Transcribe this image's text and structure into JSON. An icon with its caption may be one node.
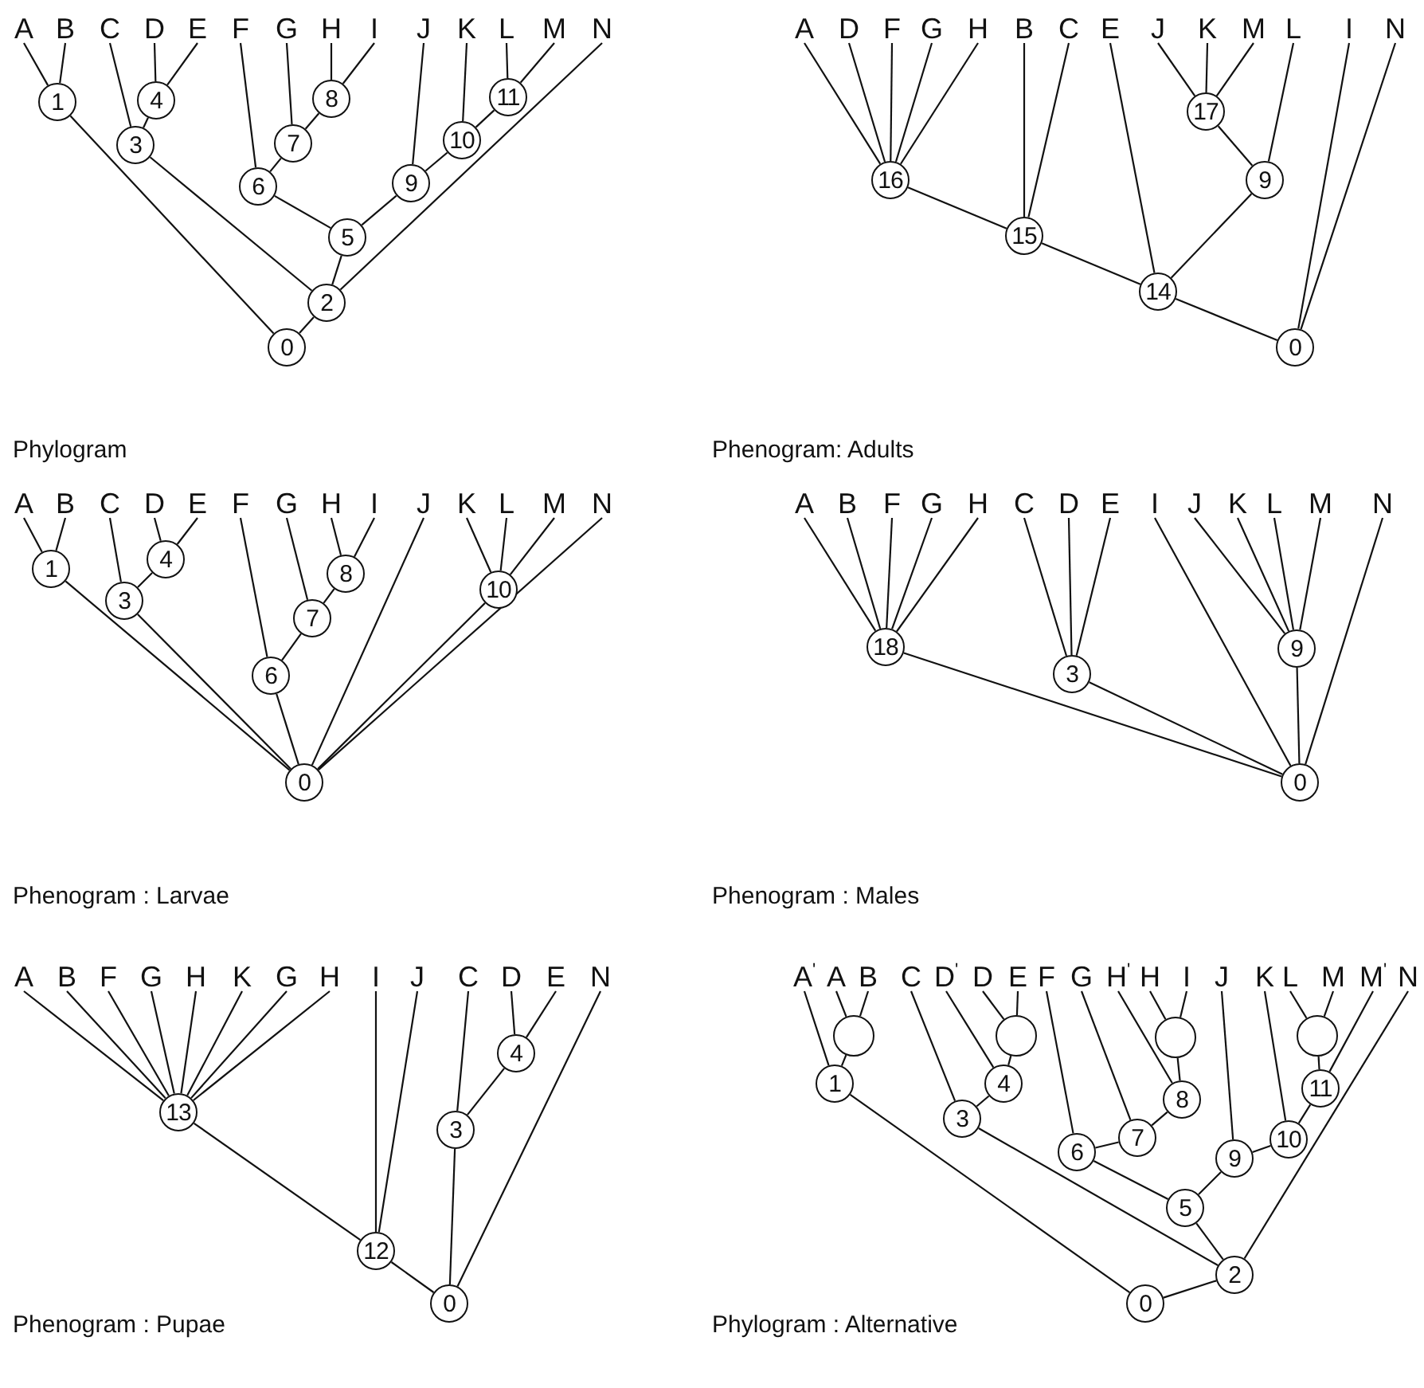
{
  "diagram": {
    "nodes": [
      {
        "text": [
          "A"
        ]
      },
      {
        "text": [
          "B"
        ]
      },
      {
        "text": [
          "C"
        ]
      },
      {
        "text": [
          "D"
        ]
      },
      {
        "text": [
          "E"
        ]
      },
      {
        "text": [
          "F"
        ]
      },
      {
        "text": [
          "G"
        ]
      },
      {
        "text": [
          "H"
        ]
      },
      {
        "text": [
          "I"
        ]
      },
      {
        "text": [
          "J"
        ]
      },
      {
        "text": [
          "K"
        ]
      },
      {
        "text": [
          "L"
        ]
      },
      {
        "text": [
          "M"
        ]
      },
      {
        "text": [
          "N"
        ]
      },
      {
        "text": [
          "1"
        ]
      },
      {
        "text": [
          "4"
        ]
      },
      {
        "text": [
          "8"
        ]
      },
      {
        "text": [
          "11"
        ]
      },
      {
        "text": [
          "3"
        ]
      },
      {
        "text": [
          "7"
        ]
      },
      {
        "text": [
          "10"
        ]
      },
      {
        "text": [
          "6"
        ]
      },
      {
        "text": [
          "9"
        ]
      },
      {
        "text": [
          "5"
        ]
      },
      {
        "text": [
          "2"
        ]
      },
      {
        "text": [
          "0"
        ]
      },
      {
        "text": [
          "A"
        ]
      },
      {
        "text": [
          "D"
        ]
      },
      {
        "text": [
          "F"
        ]
      },
      {
        "text": [
          "G"
        ]
      },
      {
        "text": [
          "H"
        ]
      },
      {
        "text": [
          "B"
        ]
      },
      {
        "text": [
          "C"
        ]
      },
      {
        "text": [
          "E"
        ]
      },
      {
        "text": [
          "J"
        ]
      },
      {
        "text": [
          "K"
        ]
      },
      {
        "text": [
          "M"
        ]
      },
      {
        "text": [
          "L"
        ]
      },
      {
        "text": [
          "I"
        ]
      },
      {
        "text": [
          "N"
        ]
      },
      {
        "text": [
          "17"
        ]
      },
      {
        "text": [
          "16"
        ]
      },
      {
        "text": [
          "9"
        ]
      },
      {
        "text": [
          "15"
        ]
      },
      {
        "text": [
          "14"
        ]
      },
      {
        "text": [
          "0"
        ]
      },
      {
        "text": [
          "A"
        ]
      },
      {
        "text": [
          "B"
        ]
      },
      {
        "text": [
          "C"
        ]
      },
      {
        "text": [
          "D"
        ]
      },
      {
        "text": [
          "E"
        ]
      },
      {
        "text": [
          "F"
        ]
      },
      {
        "text": [
          "G"
        ]
      },
      {
        "text": [
          "H"
        ]
      },
      {
        "text": [
          "I"
        ]
      },
      {
        "text": [
          "J"
        ]
      },
      {
        "text": [
          "K"
        ]
      },
      {
        "text": [
          "L"
        ]
      },
      {
        "text": [
          "M"
        ]
      },
      {
        "text": [
          "N"
        ]
      },
      {
        "text": [
          "4"
        ]
      },
      {
        "text": [
          "1"
        ]
      },
      {
        "text": [
          "8"
        ]
      },
      {
        "text": [
          "10"
        ]
      },
      {
        "text": [
          "3"
        ]
      },
      {
        "text": [
          "7"
        ]
      },
      {
        "text": [
          "6"
        ]
      },
      {
        "text": [
          "0"
        ]
      },
      {
        "text": [
          "A"
        ]
      },
      {
        "text": [
          "B"
        ]
      },
      {
        "text": [
          "F"
        ]
      },
      {
        "text": [
          "G"
        ]
      },
      {
        "text": [
          "H"
        ]
      },
      {
        "text": [
          "C"
        ]
      },
      {
        "text": [
          "D"
        ]
      },
      {
        "text": [
          "E"
        ]
      },
      {
        "text": [
          "I"
        ]
      },
      {
        "text": [
          "J"
        ]
      },
      {
        "text": [
          "K"
        ]
      },
      {
        "text": [
          "L"
        ]
      },
      {
        "text": [
          "M"
        ]
      },
      {
        "text": [
          "N"
        ]
      },
      {
        "text": [
          "18"
        ]
      },
      {
        "text": [
          "9"
        ]
      },
      {
        "text": [
          "3"
        ]
      },
      {
        "text": [
          "0"
        ]
      },
      {
        "text": [
          "A"
        ]
      },
      {
        "text": [
          "B"
        ]
      },
      {
        "text": [
          "F"
        ]
      },
      {
        "text": [
          "G"
        ]
      },
      {
        "text": [
          "H"
        ]
      },
      {
        "text": [
          "K"
        ]
      },
      {
        "text": [
          "G"
        ]
      },
      {
        "text": [
          "H"
        ]
      },
      {
        "text": [
          "I"
        ]
      },
      {
        "text": [
          "J"
        ]
      },
      {
        "text": [
          "C"
        ]
      },
      {
        "text": [
          "D"
        ]
      },
      {
        "text": [
          "E"
        ]
      },
      {
        "text": [
          "N"
        ]
      },
      {
        "text": [
          "4"
        ]
      },
      {
        "text": [
          "13"
        ]
      },
      {
        "text": [
          "3"
        ]
      },
      {
        "text": [
          "12"
        ]
      },
      {
        "text": [
          "0"
        ]
      },
      {
        "text": [
          "A$^{'}$"
        ]
      },
      {
        "text": [
          "A"
        ]
      },
      {
        "text": [
          "B"
        ]
      },
      {
        "text": [
          "C"
        ]
      },
      {
        "text": [
          "D$^{'}$"
        ]
      },
      {
        "text": [
          "D"
        ]
      },
      {
        "text": [
          "E"
        ]
      },
      {
        "text": [
          "F"
        ]
      },
      {
        "text": [
          "G"
        ]
      },
      {
        "text": [
          "H$^{'}$"
        ]
      },
      {
        "text": [
          "H"
        ]
      },
      {
        "text": [
          "I"
        ]
      },
      {
        "text": [
          "J"
        ]
      },
      {
        "text": [
          "K"
        ]
      },
      {
        "text": [
          "L"
        ]
      },
      {
        "text": [
          "M"
        ]
      },
      {
        "text": [
          "M$^{'}$"
        ]
      },
      {
        "text": [
          "N"
        ]
      },
      {
        "text": [],
        "shape": "circle"
      },
      {
        "text": [],
        "shape": "circle"
      },
      {
        "text": [],
        "shape": "circle"
      },
      {
        "text": [],
        "shape": "circle"
      },
      {
        "text": [
          "1"
        ]
      },
      {
        "text": [
          "4"
        ]
      },
      {
        "text": [
          "11"
        ]
      },
      {
        "text": [
          "8"
        ]
      },
      {
        "text": [
          "3"
        ]
      },
      {
        "text": [
          "7"
        ]
      },
      {
        "text": [
          "10"
        ]
      },
      {
        "text": [
          "6"
        ]
      },
      {
        "text": [
          "9"
        ]
      },
      {
        "text": [
          "5"
        ]
      },
      {
        "text": [
          "2"
        ]
      },
      {
        "text": [
          "0"
        ]
      }
    ],
    "edges": [
      {
        "from": 0,
        "to": 14,
        "arrow": "none"
      },
      {
        "from": 1,
        "to": 14,
        "arrow": "none"
      },
      {
        "from": 2,
        "to": 18,
        "arrow": "none"
      },
      {
        "from": 3,
        "to": 15,
        "arrow": "none"
      },
      {
        "from": 4,
        "to": 15,
        "arrow": "none"
      },
      {
        "from": 15,
        "to": 18,
        "arrow": "none"
      },
      {
        "from": 5,
        "to": 21,
        "arrow": "none"
      },
      {
        "from": 6,
        "to": 19,
        "arrow": "none"
      },
      {
        "from": 7,
        "to": 16,
        "arrow": "none"
      },
      {
        "from": 8,
        "to": 16,
        "arrow": "none"
      },
      {
        "from": 16,
        "to": 19,
        "arrow": "none"
      },
      {
        "from": 19,
        "to": 21,
        "arrow": "none"
      },
      {
        "from": 21,
        "to": 23,
        "arrow": "none"
      },
      {
        "from": 9,
        "to": 22,
        "arrow": "none"
      },
      {
        "from": 10,
        "to": 20,
        "arrow": "none"
      },
      {
        "from": 11,
        "to": 17,
        "arrow": "none"
      },
      {
        "from": 12,
        "to": 17,
        "arrow": "none"
      },
      {
        "from": 17,
        "to": 20,
        "arrow": "none"
      },
      {
        "from": 20,
        "to": 22,
        "arrow": "none"
      },
      {
        "from": 22,
        "to": 23,
        "arrow": "none"
      },
      {
        "from": 23,
        "to": 24,
        "arrow": "none"
      },
      {
        "from": 13,
        "to": 24,
        "arrow": "none"
      },
      {
        "from": 18,
        "to": 24,
        "arrow": "none"
      },
      {
        "from": 14,
        "to": 25,
        "arrow": "none"
      },
      {
        "from": 24,
        "to": 25,
        "arrow": "none"
      },
      {
        "from": 26,
        "to": 41,
        "arrow": "none"
      },
      {
        "from": 27,
        "to": 41,
        "arrow": "none"
      },
      {
        "from": 28,
        "to": 41,
        "arrow": "none"
      },
      {
        "from": 29,
        "to": 41,
        "arrow": "none"
      },
      {
        "from": 30,
        "to": 41,
        "arrow": "none"
      },
      {
        "from": 31,
        "to": 43,
        "arrow": "none"
      },
      {
        "from": 32,
        "to": 43,
        "arrow": "none"
      },
      {
        "from": 41,
        "to": 43,
        "arrow": "none"
      },
      {
        "from": 43,
        "to": 44,
        "arrow": "none"
      },
      {
        "from": 33,
        "to": 44,
        "arrow": "none"
      },
      {
        "from": 34,
        "to": 40,
        "arrow": "none"
      },
      {
        "from": 35,
        "to": 40,
        "arrow": "none"
      },
      {
        "from": 36,
        "to": 40,
        "arrow": "none"
      },
      {
        "from": 40,
        "to": 42,
        "arrow": "none"
      },
      {
        "from": 37,
        "to": 42,
        "arrow": "none"
      },
      {
        "from": 42,
        "to": 44,
        "arrow": "none"
      },
      {
        "from": 44,
        "to": 45,
        "arrow": "none"
      },
      {
        "from": 38,
        "to": 45,
        "arrow": "none"
      },
      {
        "from": 39,
        "to": 45,
        "arrow": "none"
      },
      {
        "from": 46,
        "to": 61,
        "arrow": "none"
      },
      {
        "from": 47,
        "to": 61,
        "arrow": "none"
      },
      {
        "from": 48,
        "to": 64,
        "arrow": "none"
      },
      {
        "from": 49,
        "to": 60,
        "arrow": "none"
      },
      {
        "from": 50,
        "to": 60,
        "arrow": "none"
      },
      {
        "from": 60,
        "to": 64,
        "arrow": "none"
      },
      {
        "from": 51,
        "to": 66,
        "arrow": "none"
      },
      {
        "from": 52,
        "to": 65,
        "arrow": "none"
      },
      {
        "from": 53,
        "to": 62,
        "arrow": "none"
      },
      {
        "from": 54,
        "to": 62,
        "arrow": "none"
      },
      {
        "from": 62,
        "to": 65,
        "arrow": "none"
      },
      {
        "from": 65,
        "to": 66,
        "arrow": "none"
      },
      {
        "from": 55,
        "to": 67,
        "arrow": "none"
      },
      {
        "from": 56,
        "to": 63,
        "arrow": "none"
      },
      {
        "from": 57,
        "to": 63,
        "arrow": "none"
      },
      {
        "from": 58,
        "to": 63,
        "arrow": "none"
      },
      {
        "from": 59,
        "to": 67,
        "arrow": "none"
      },
      {
        "from": 61,
        "to": 67,
        "arrow": "none"
      },
      {
        "from": 64,
        "to": 67,
        "arrow": "none"
      },
      {
        "from": 66,
        "to": 67,
        "arrow": "none"
      },
      {
        "from": 63,
        "to": 67,
        "arrow": "none"
      },
      {
        "from": 68,
        "to": 82,
        "arrow": "none"
      },
      {
        "from": 69,
        "to": 82,
        "arrow": "none"
      },
      {
        "from": 70,
        "to": 82,
        "arrow": "none"
      },
      {
        "from": 71,
        "to": 82,
        "arrow": "none"
      },
      {
        "from": 72,
        "to": 82,
        "arrow": "none"
      },
      {
        "from": 73,
        "to": 84,
        "arrow": "none"
      },
      {
        "from": 74,
        "to": 84,
        "arrow": "none"
      },
      {
        "from": 75,
        "to": 84,
        "arrow": "none"
      },
      {
        "from": 77,
        "to": 83,
        "arrow": "none"
      },
      {
        "from": 78,
        "to": 83,
        "arrow": "none"
      },
      {
        "from": 79,
        "to": 83,
        "arrow": "none"
      },
      {
        "from": 80,
        "to": 83,
        "arrow": "none"
      },
      {
        "from": 82,
        "to": 85,
        "arrow": "none"
      },
      {
        "from": 84,
        "to": 85,
        "arrow": "none"
      },
      {
        "from": 76,
        "to": 85,
        "arrow": "none"
      },
      {
        "from": 83,
        "to": 85,
        "arrow": "none"
      },
      {
        "from": 81,
        "to": 85,
        "arrow": "none"
      },
      {
        "from": 86,
        "to": 101,
        "arrow": "none"
      },
      {
        "from": 87,
        "to": 101,
        "arrow": "none"
      },
      {
        "from": 88,
        "to": 101,
        "arrow": "none"
      },
      {
        "from": 89,
        "to": 101,
        "arrow": "none"
      },
      {
        "from": 90,
        "to": 101,
        "arrow": "none"
      },
      {
        "from": 91,
        "to": 101,
        "arrow": "none"
      },
      {
        "from": 92,
        "to": 101,
        "arrow": "none"
      },
      {
        "from": 93,
        "to": 101,
        "arrow": "none"
      },
      {
        "from": 101,
        "to": 103,
        "arrow": "none"
      },
      {
        "from": 94,
        "to": 103,
        "arrow": "none"
      },
      {
        "from": 95,
        "to": 103,
        "arrow": "none"
      },
      {
        "from": 103,
        "to": 104,
        "arrow": "none"
      },
      {
        "from": 96,
        "to": 102,
        "arrow": "none"
      },
      {
        "from": 97,
        "to": 100,
        "arrow": "none"
      },
      {
        "from": 98,
        "to": 100,
        "arrow": "none"
      },
      {
        "from": 100,
        "to": 102,
        "arrow": "none"
      },
      {
        "from": 102,
        "to": 104,
        "arrow": "none"
      },
      {
        "from": 99,
        "to": 104,
        "arrow": "none"
      },
      {
        "from": 105,
        "to": 127,
        "arrow": "none"
      },
      {
        "from": 106,
        "to": 123,
        "arrow": "none"
      },
      {
        "from": 107,
        "to": 123,
        "arrow": "none"
      },
      {
        "from": 123,
        "to": 127,
        "arrow": "none"
      },
      {
        "from": 108,
        "to": 131,
        "arrow": "none"
      },
      {
        "from": 109,
        "to": 128,
        "arrow": "none"
      },
      {
        "from": 110,
        "to": 124,
        "arrow": "none"
      },
      {
        "from": 111,
        "to": 124,
        "arrow": "none"
      },
      {
        "from": 124,
        "to": 128,
        "arrow": "none"
      },
      {
        "from": 128,
        "to": 131,
        "arrow": "none"
      },
      {
        "from": 112,
        "to": 134,
        "arrow": "none"
      },
      {
        "from": 113,
        "to": 132,
        "arrow": "none"
      },
      {
        "from": 114,
        "to": 130,
        "arrow": "none"
      },
      {
        "from": 115,
        "to": 125,
        "arrow": "none"
      },
      {
        "from": 116,
        "to": 125,
        "arrow": "none"
      },
      {
        "from": 125,
        "to": 130,
        "arrow": "none"
      },
      {
        "from": 130,
        "to": 132,
        "arrow": "none"
      },
      {
        "from": 132,
        "to": 134,
        "arrow": "none"
      },
      {
        "from": 117,
        "to": 135,
        "arrow": "none"
      },
      {
        "from": 118,
        "to": 133,
        "arrow": "none"
      },
      {
        "from": 119,
        "to": 126,
        "arrow": "none"
      },
      {
        "from": 120,
        "to": 126,
        "arrow": "none"
      },
      {
        "from": 121,
        "to": 129,
        "arrow": "none"
      },
      {
        "from": 126,
        "to": 129,
        "arrow": "none"
      },
      {
        "from": 129,
        "to": 133,
        "arrow": "none"
      },
      {
        "from": 133,
        "to": 135,
        "arrow": "none"
      },
      {
        "from": 134,
        "to": 136,
        "arrow": "none"
      },
      {
        "from": 135,
        "to": 136,
        "arrow": "none"
      },
      {
        "from": 131,
        "to": 137,
        "arrow": "none"
      },
      {
        "from": 136,
        "to": 137,
        "arrow": "none"
      },
      {
        "from": 122,
        "to": 137,
        "arrow": "none"
      },
      {
        "from": 127,
        "to": 138,
        "arrow": "none"
      },
      {
        "from": 137,
        "to": 138,
        "arrow": "none"
      }
    ],
    "labels": [
      "Phylogram",
      "Phenogram: Adults",
      "Phenogram : Larvae",
      "Phenogram : Males",
      "Phenogram : Pupae",
      "Phylogram : Alternative"
    ]
  }
}
